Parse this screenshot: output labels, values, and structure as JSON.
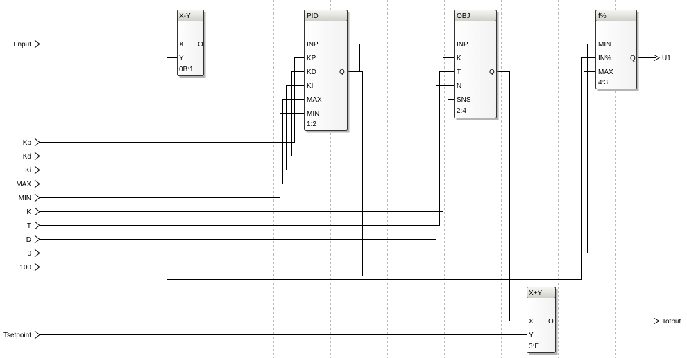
{
  "inputs": {
    "tinput": "Tinput",
    "kp": "Kp",
    "kd": "Kd",
    "ki": "Ki",
    "max": "MAX",
    "min": "MIN",
    "k": "K",
    "t": "T",
    "d": "D",
    "zero": "0",
    "hundred": "100",
    "tsetpoint": "Tsetpoint"
  },
  "outputs": {
    "u1": "U1",
    "totput": "Totput"
  },
  "blocks": {
    "sub": {
      "title": "X-Y",
      "pins": {
        "x": "X",
        "y": "Y",
        "o": "O"
      },
      "id": "0B:1"
    },
    "pid": {
      "title": "PID",
      "pins": {
        "inp": "INP",
        "kp": "KP",
        "kd": "KD",
        "ki": "KI",
        "max": "MAX",
        "min": "MIN",
        "q": "Q"
      },
      "id": "1:2"
    },
    "obj": {
      "title": "OBJ",
      "pins": {
        "inp": "INP",
        "k": "K",
        "t": "T",
        "n": "N",
        "sns": "SNS",
        "q": "Q"
      },
      "id": "2:4"
    },
    "fpct": {
      "title": "f%",
      "pins": {
        "min": "MIN",
        "inpct": "IN%",
        "max": "MAX",
        "q": "Q"
      },
      "id": "4:3"
    },
    "add": {
      "title": "X+Y",
      "pins": {
        "x": "X",
        "y": "Y",
        "o": "O"
      },
      "id": "3:E"
    }
  }
}
